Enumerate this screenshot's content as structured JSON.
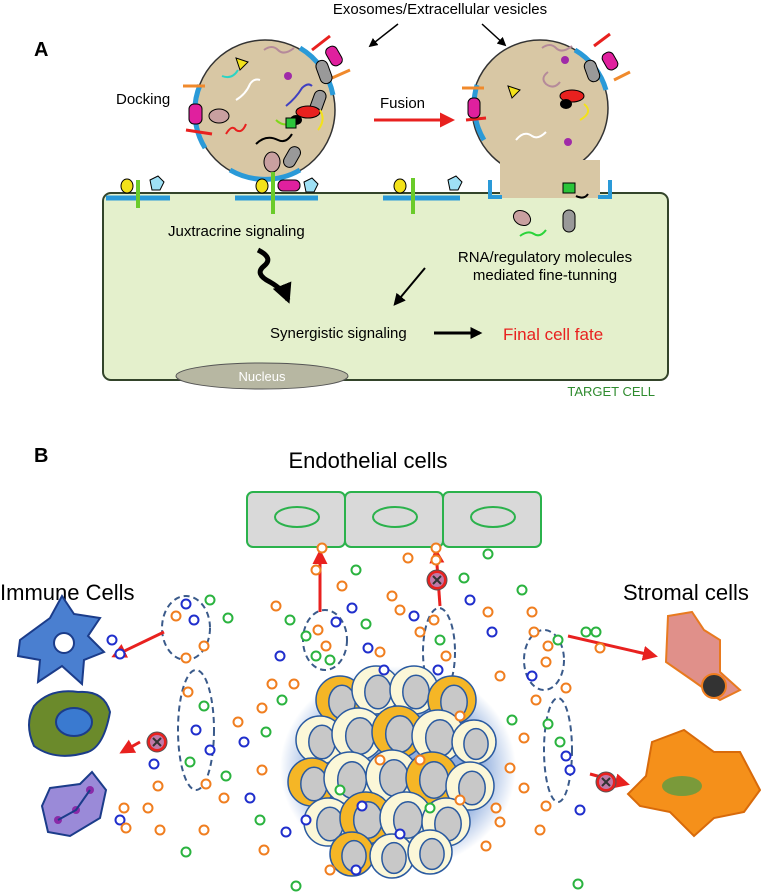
{
  "panel_a": {
    "letter": "A",
    "ev_label": "Exosomes/Extracellular vesicles",
    "docking": "Docking",
    "fusion": "Fusion",
    "juxtacrine": "Juxtracrine signaling",
    "rna_line1": "RNA/regulatory molecules",
    "rna_line2": "mediated fine-tunning",
    "synergistic": "Synergistic signaling",
    "final": "Final cell fate",
    "nucleus": "Nucleus",
    "target": "TARGET CELL"
  },
  "panel_b": {
    "letter": "B",
    "endothelial": "Endothelial cells",
    "immune": "Immune Cells",
    "stromal": "Stromal cells"
  },
  "colors": {
    "cell_fill": "#e4f0cc",
    "cell_stroke": "#33442a",
    "vesicle_fill": "#d8c7a4",
    "membrane_blue": "#2a9ad8",
    "arrow_red": "#e8211f",
    "final_red": "#e8211f",
    "target_green": "#2e8b2e",
    "endo_fill": "#d9d9d9",
    "endo_stroke": "#2bb24c",
    "ves_orange": "#f07e1f",
    "ves_blue": "#1f2ecc",
    "ves_green": "#2ab33f",
    "tumor_yellow": "#f5b626",
    "tumor_cream": "#fbf7d8"
  }
}
